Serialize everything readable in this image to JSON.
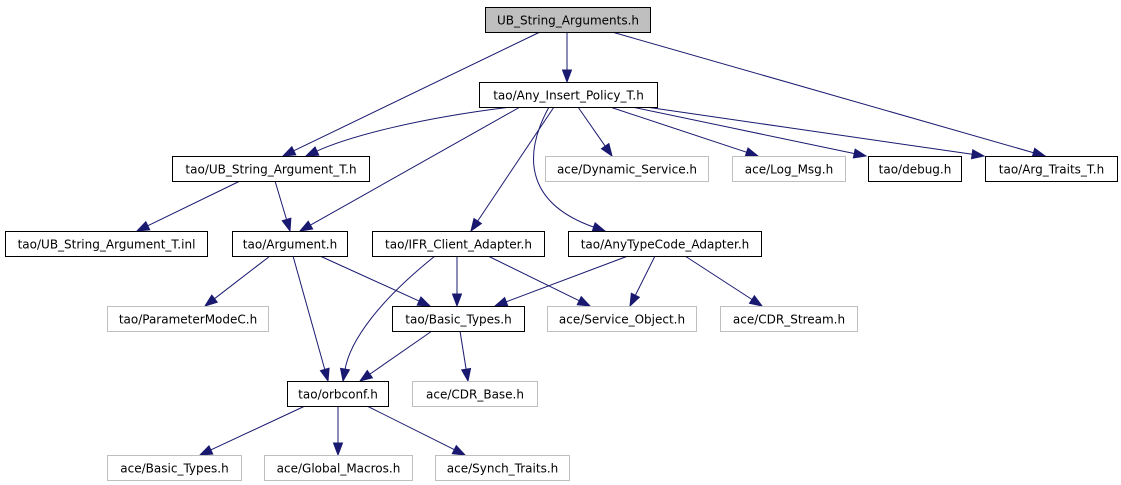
{
  "diagram": {
    "type": "include-dependency-graph",
    "colors": {
      "edge": "#191970",
      "root_fill": "#bfbfbf",
      "documented_border": "#000000",
      "undocumented_border": "#bfbfbf",
      "node_fill": "#ffffff"
    },
    "nodes": [
      {
        "id": "root",
        "label": "UB_String_Arguments.h",
        "style": "root"
      },
      {
        "id": "any_insert",
        "label": "tao/Any_Insert_Policy_T.h",
        "style": "documented"
      },
      {
        "id": "ub_arg_t",
        "label": "tao/UB_String_Argument_T.h",
        "style": "documented"
      },
      {
        "id": "dyn_service",
        "label": "ace/Dynamic_Service.h",
        "style": "undocumented"
      },
      {
        "id": "log_msg",
        "label": "ace/Log_Msg.h",
        "style": "undocumented"
      },
      {
        "id": "debug",
        "label": "tao/debug.h",
        "style": "documented"
      },
      {
        "id": "arg_traits",
        "label": "tao/Arg_Traits_T.h",
        "style": "documented"
      },
      {
        "id": "ub_arg_inl",
        "label": "tao/UB_String_Argument_T.inl",
        "style": "documented"
      },
      {
        "id": "argument",
        "label": "tao/Argument.h",
        "style": "documented"
      },
      {
        "id": "ifr_client",
        "label": "tao/IFR_Client_Adapter.h",
        "style": "documented"
      },
      {
        "id": "anytypecode",
        "label": "tao/AnyTypeCode_Adapter.h",
        "style": "documented"
      },
      {
        "id": "param_mode",
        "label": "tao/ParameterModeC.h",
        "style": "undocumented"
      },
      {
        "id": "tao_basic",
        "label": "tao/Basic_Types.h",
        "style": "documented"
      },
      {
        "id": "service_obj",
        "label": "ace/Service_Object.h",
        "style": "undocumented"
      },
      {
        "id": "cdr_stream",
        "label": "ace/CDR_Stream.h",
        "style": "undocumented"
      },
      {
        "id": "orbconf",
        "label": "tao/orbconf.h",
        "style": "documented"
      },
      {
        "id": "cdr_base",
        "label": "ace/CDR_Base.h",
        "style": "undocumented"
      },
      {
        "id": "ace_basic",
        "label": "ace/Basic_Types.h",
        "style": "undocumented"
      },
      {
        "id": "global_macros",
        "label": "ace/Global_Macros.h",
        "style": "undocumented"
      },
      {
        "id": "synch_traits",
        "label": "ace/Synch_Traits.h",
        "style": "undocumented"
      }
    ],
    "edges": [
      {
        "from": "root",
        "to": "any_insert"
      },
      {
        "from": "root",
        "to": "ub_arg_t"
      },
      {
        "from": "root",
        "to": "arg_traits"
      },
      {
        "from": "any_insert",
        "to": "ub_arg_t"
      },
      {
        "from": "any_insert",
        "to": "argument"
      },
      {
        "from": "any_insert",
        "to": "ifr_client"
      },
      {
        "from": "any_insert",
        "to": "anytypecode"
      },
      {
        "from": "any_insert",
        "to": "dyn_service"
      },
      {
        "from": "any_insert",
        "to": "log_msg"
      },
      {
        "from": "any_insert",
        "to": "debug"
      },
      {
        "from": "any_insert",
        "to": "arg_traits"
      },
      {
        "from": "ub_arg_t",
        "to": "ub_arg_inl"
      },
      {
        "from": "ub_arg_t",
        "to": "argument"
      },
      {
        "from": "argument",
        "to": "param_mode"
      },
      {
        "from": "argument",
        "to": "orbconf"
      },
      {
        "from": "argument",
        "to": "tao_basic"
      },
      {
        "from": "ifr_client",
        "to": "orbconf"
      },
      {
        "from": "ifr_client",
        "to": "tao_basic"
      },
      {
        "from": "ifr_client",
        "to": "service_obj"
      },
      {
        "from": "anytypecode",
        "to": "tao_basic"
      },
      {
        "from": "anytypecode",
        "to": "service_obj"
      },
      {
        "from": "anytypecode",
        "to": "cdr_stream"
      },
      {
        "from": "tao_basic",
        "to": "orbconf"
      },
      {
        "from": "tao_basic",
        "to": "cdr_base"
      },
      {
        "from": "orbconf",
        "to": "ace_basic"
      },
      {
        "from": "orbconf",
        "to": "global_macros"
      },
      {
        "from": "orbconf",
        "to": "synch_traits"
      }
    ]
  }
}
